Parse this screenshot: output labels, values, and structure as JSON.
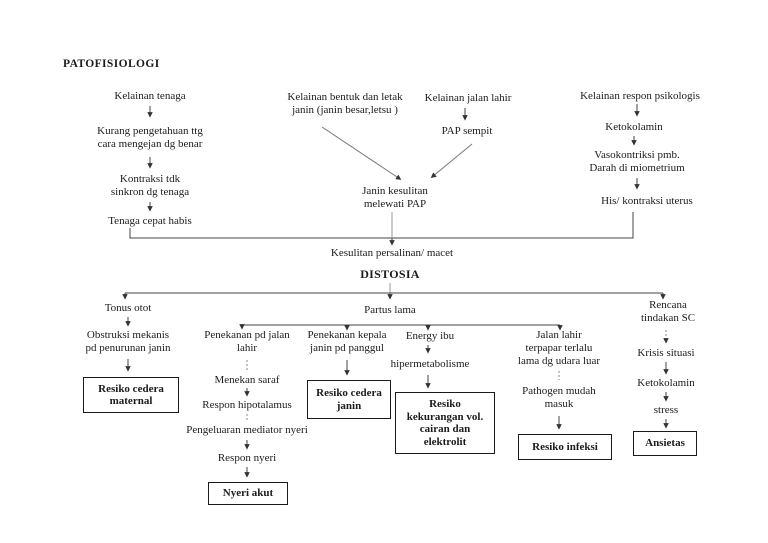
{
  "page": {
    "title": "PATOFISIOLOGI"
  },
  "colors": {
    "background": "#ffffff",
    "text": "#1b1b1b",
    "line": "#444444",
    "box_border": "#1b1b1b"
  },
  "nodes": {
    "kelainan_tenaga": "Kelainan tenaga",
    "kurang_pengetahuan": "Kurang pengetahuan ttg\ncara mengejan dg benar",
    "kontraksi_tdk": "Kontraksi tdk\nsinkron dg tenaga",
    "tenaga_cepat_habis": "Tenaga cepat habis",
    "kelainan_bentuk": "Kelainan bentuk dan letak\njanin (janin besar,letsu )",
    "kelainan_jalan_lahir": "Kelainan jalan lahir",
    "pap_sempit": "PAP sempit",
    "janin_kesulitan": "Janin kesulitan\nmelewati PAP",
    "kelainan_respon": "Kelainan respon psikologis",
    "ketokolamin_atas": "Ketokolamin",
    "vasokontriksi": "Vasokontriksi pmb.\nDarah di miometrium",
    "his_kontraksi": "His/ kontraksi uterus",
    "kesulitan_persalinan": "Kesulitan persalinan/ macet",
    "distosia": "DISTOSIA",
    "tonus_otot": "Tonus otot",
    "partus_lama": "Partus lama",
    "rencana_tindakan": "Rencana\ntindakan SC",
    "obstruksi": "Obstruksi mekanis\npd penurunan janin",
    "resiko_cedera_maternal": "Resiko cedera\nmaternal",
    "penekanan_jalan": "Penekanan pd jalan\nlahir",
    "menekan_saraf": "Menekan saraf",
    "respon_hipotalamus": "Respon hipotalamus",
    "pengeluaran_mediator": "Pengeluaran mediator nyeri",
    "respon_nyeri": "Respon nyeri",
    "nyeri_akut": "Nyeri akut",
    "penekanan_kepala": "Penekanan kepala\njanin pd panggul",
    "resiko_cedera_janin": "Resiko cedera\njanin",
    "energy_ibu": "Energy ibu",
    "hipermetabolisme": "hipermetabolisme",
    "resiko_kekurangan": "Resiko\nkekurangan vol.\ncairan dan\nelektrolit",
    "jalan_lahir_terpapar": "Jalan lahir\nterpapar terlalu\nlama dg udara luar",
    "pathogen": "Pathogen mudah\nmasuk",
    "resiko_infeksi": "Resiko infeksi",
    "krisis_situasi": "Krisis situasi",
    "ketokolamin_bawah": "Ketokolamin",
    "stress": "stress",
    "ansietas": "Ansietas"
  }
}
